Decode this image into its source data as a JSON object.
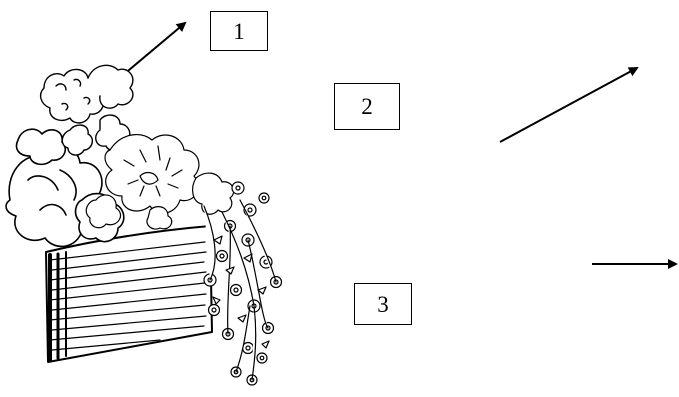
{
  "labels": {
    "box_1": "1",
    "box_2": "2",
    "box_3": "3"
  },
  "illustration": "flower-pot-with-plants",
  "colors": {
    "ink": "#000000",
    "background": "#ffffff"
  }
}
